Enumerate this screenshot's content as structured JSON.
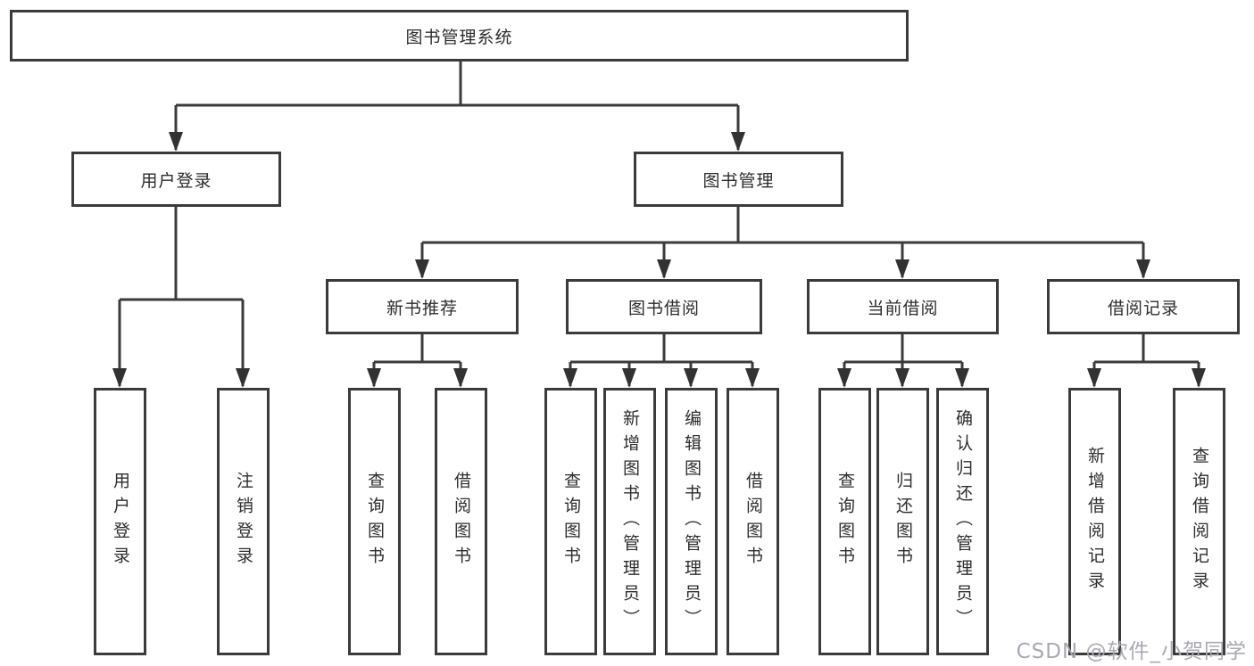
{
  "tree": {
    "root": {
      "label": "图书管理系统",
      "children": [
        {
          "label": "用户登录",
          "children": [
            {
              "label": "用户登录"
            },
            {
              "label": "注销登录"
            }
          ]
        },
        {
          "label": "图书管理",
          "children": [
            {
              "label": "新书推荐",
              "children": [
                {
                  "label": "查询图书"
                },
                {
                  "label": "借阅图书"
                }
              ]
            },
            {
              "label": "图书借阅",
              "children": [
                {
                  "label": "查询图书"
                },
                {
                  "label": "新增图书（管理员）"
                },
                {
                  "label": "编辑图书（管理员）"
                },
                {
                  "label": "借阅图书"
                }
              ]
            },
            {
              "label": "当前借阅",
              "children": [
                {
                  "label": "查询图书"
                },
                {
                  "label": "归还图书"
                },
                {
                  "label": "确认归还（管理员）"
                }
              ]
            },
            {
              "label": "借阅记录",
              "children": [
                {
                  "label": "新增借阅记录"
                },
                {
                  "label": "查询借阅记录"
                }
              ]
            }
          ]
        }
      ]
    }
  },
  "watermark": {
    "text": "CSDN @软件_小贺同学"
  },
  "colors": {
    "line": "#3b3b3b",
    "text": "#2d2d2d",
    "watermark": "#a9a9b3",
    "background": "#ffffff"
  }
}
